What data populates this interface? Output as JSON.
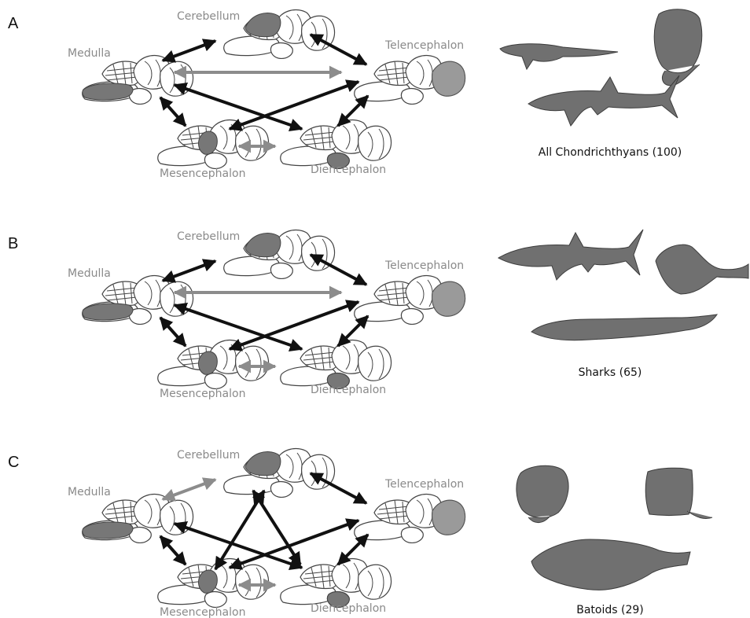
{
  "colors": {
    "arrow_strong": "#111111",
    "arrow_weak": "#8c8c8c",
    "highlight": "#777777",
    "label_grey": "#8a8a8a",
    "silhouette": "#707070"
  },
  "regions": {
    "cerebellum": "Cerebellum",
    "medulla": "Medulla",
    "telencephalon": "Telencephalon",
    "mesencephalon": "Mesencephalon",
    "diencephalon": "Diencephalon"
  },
  "panels": [
    {
      "letter": "A",
      "caption": "All Chondrichthyans (100)",
      "arrows": [
        {
          "from": "medulla",
          "to": "cerebellum",
          "strength": "strong"
        },
        {
          "from": "cerebellum",
          "to": "telencephalon",
          "strength": "strong"
        },
        {
          "from": "medulla",
          "to": "telencephalon",
          "strength": "weak"
        },
        {
          "from": "medulla",
          "to": "mesencephalon",
          "strength": "strong"
        },
        {
          "from": "telencephalon",
          "to": "diencephalon",
          "strength": "strong"
        },
        {
          "from": "medulla",
          "to": "diencephalon",
          "strength": "strong"
        },
        {
          "from": "telencephalon",
          "to": "mesencephalon",
          "strength": "strong"
        },
        {
          "from": "mesencephalon",
          "to": "diencephalon",
          "strength": "weak"
        }
      ]
    },
    {
      "letter": "B",
      "caption": "Sharks (65)",
      "arrows": [
        {
          "from": "medulla",
          "to": "cerebellum",
          "strength": "strong"
        },
        {
          "from": "cerebellum",
          "to": "telencephalon",
          "strength": "strong"
        },
        {
          "from": "medulla",
          "to": "telencephalon",
          "strength": "weak"
        },
        {
          "from": "medulla",
          "to": "mesencephalon",
          "strength": "strong"
        },
        {
          "from": "telencephalon",
          "to": "diencephalon",
          "strength": "strong"
        },
        {
          "from": "medulla",
          "to": "diencephalon",
          "strength": "strong"
        },
        {
          "from": "telencephalon",
          "to": "mesencephalon",
          "strength": "strong"
        },
        {
          "from": "mesencephalon",
          "to": "diencephalon",
          "strength": "weak"
        }
      ]
    },
    {
      "letter": "C",
      "caption": "Batoids (29)",
      "arrows": [
        {
          "from": "medulla",
          "to": "cerebellum",
          "strength": "weak"
        },
        {
          "from": "cerebellum",
          "to": "telencephalon",
          "strength": "strong"
        },
        {
          "from": "medulla",
          "to": "mesencephalon",
          "strength": "strong"
        },
        {
          "from": "telencephalon",
          "to": "diencephalon",
          "strength": "strong"
        },
        {
          "from": "medulla",
          "to": "diencephalon",
          "strength": "strong"
        },
        {
          "from": "telencephalon",
          "to": "mesencephalon",
          "strength": "strong"
        },
        {
          "from": "cerebellum",
          "to": "mesencephalon",
          "strength": "strong"
        },
        {
          "from": "cerebellum",
          "to": "diencephalon",
          "strength": "strong"
        },
        {
          "from": "mesencephalon",
          "to": "diencephalon",
          "strength": "weak"
        }
      ]
    }
  ]
}
